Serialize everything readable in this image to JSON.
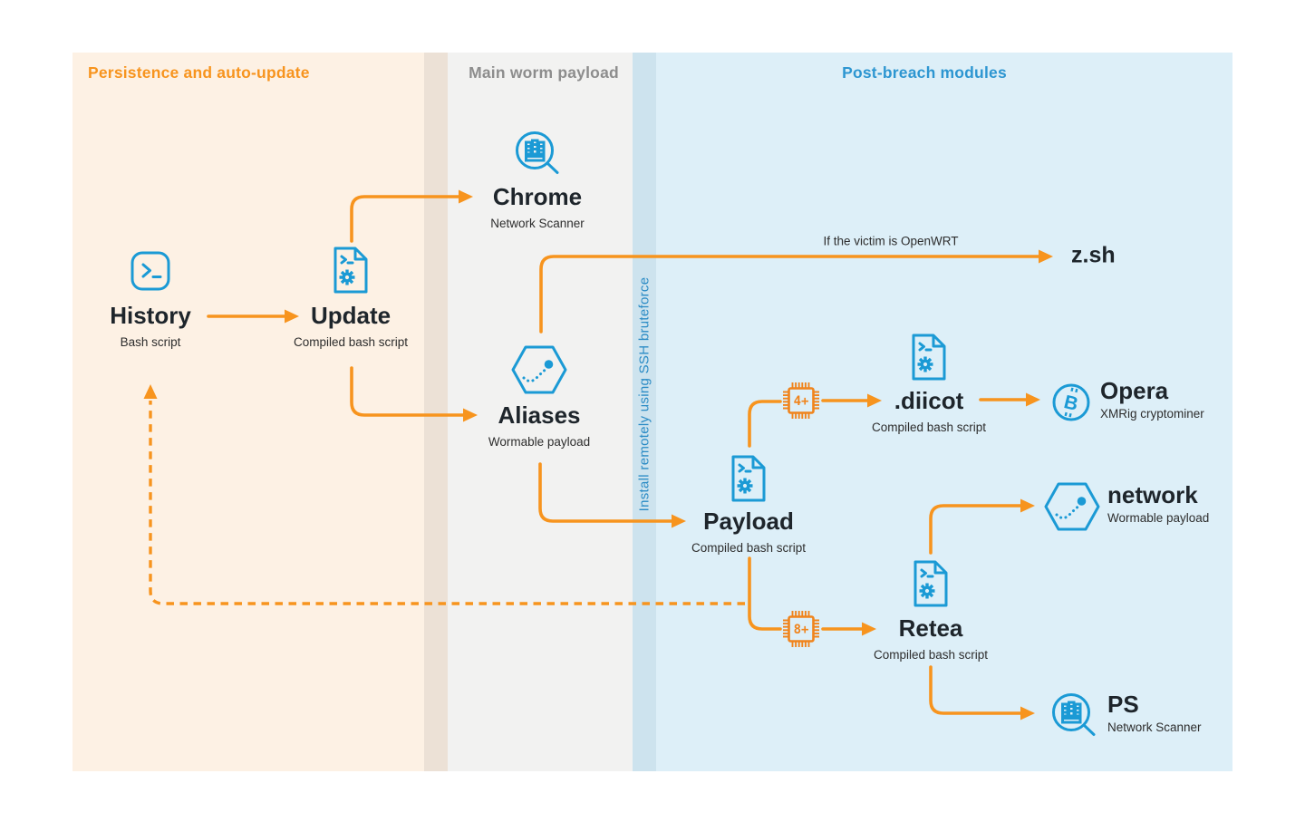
{
  "sections": {
    "persistence": {
      "title": "Persistence and auto-update",
      "color": "#f7941e",
      "bg": "#fdf1e4"
    },
    "worm": {
      "title": "Main worm payload",
      "color": "#8d8d8d",
      "bg": "#f2f2f1"
    },
    "postbreach": {
      "title": "Post-breach modules",
      "color": "#2d96d1",
      "bg": "#ddeff8"
    },
    "ssh_strip": {
      "label": "Install remotely using SSH bruteforce",
      "color": "#2a8bc5",
      "bg": "#cde3ee"
    }
  },
  "nodes": {
    "history": {
      "title": "History",
      "subtitle": "Bash script",
      "icon": "terminal-icon"
    },
    "update": {
      "title": "Update",
      "subtitle": "Compiled bash script",
      "icon": "script-file-icon"
    },
    "chrome": {
      "title": "Chrome",
      "subtitle": "Network Scanner",
      "icon": "network-scanner-icon"
    },
    "aliases": {
      "title": "Aliases",
      "subtitle": "Wormable payload",
      "icon": "worm-icon"
    },
    "zsh": {
      "title": "z.sh"
    },
    "payload": {
      "title": "Payload",
      "subtitle": "Compiled bash script",
      "icon": "script-file-icon"
    },
    "diicot": {
      "title": ".diicot",
      "subtitle": "Compiled bash script",
      "icon": "script-file-icon"
    },
    "opera": {
      "title": "Opera",
      "subtitle": "XMRig cryptominer",
      "icon": "bitcoin-icon"
    },
    "retea": {
      "title": "Retea",
      "subtitle": "Compiled bash script",
      "icon": "script-file-icon"
    },
    "network": {
      "title": "network",
      "subtitle": "Wormable payload",
      "icon": "worm-icon"
    },
    "ps": {
      "title": "PS",
      "subtitle": "Network Scanner",
      "icon": "network-scanner-icon"
    }
  },
  "edges": {
    "openwrt_condition": "If the victim is OpenWRT",
    "chip_diicot_label": "4+",
    "chip_retea_label": "8+",
    "connections": [
      {
        "from": "History",
        "to": "Update",
        "style": "solid"
      },
      {
        "from": "Update",
        "to": "Chrome",
        "style": "solid"
      },
      {
        "from": "Update",
        "to": "Aliases",
        "style": "solid"
      },
      {
        "from": "Aliases",
        "to": "z.sh",
        "style": "solid",
        "condition": "If the victim is OpenWRT"
      },
      {
        "from": "Aliases",
        "to": "Payload",
        "style": "solid"
      },
      {
        "from": "Payload",
        "to": ".diicot",
        "style": "solid",
        "via_chip": "4+"
      },
      {
        "from": ".diicot",
        "to": "Opera",
        "style": "solid"
      },
      {
        "from": "Payload",
        "to": "Retea",
        "style": "solid",
        "via_chip": "8+"
      },
      {
        "from": "Retea",
        "to": "network",
        "style": "solid"
      },
      {
        "from": "Retea",
        "to": "PS",
        "style": "solid"
      },
      {
        "from": "Payload",
        "to": "History",
        "style": "dashed"
      }
    ]
  },
  "colors": {
    "arrow_orange": "#f7941e",
    "icon_blue": "#1b9ad5",
    "title_text": "#1e252b"
  }
}
